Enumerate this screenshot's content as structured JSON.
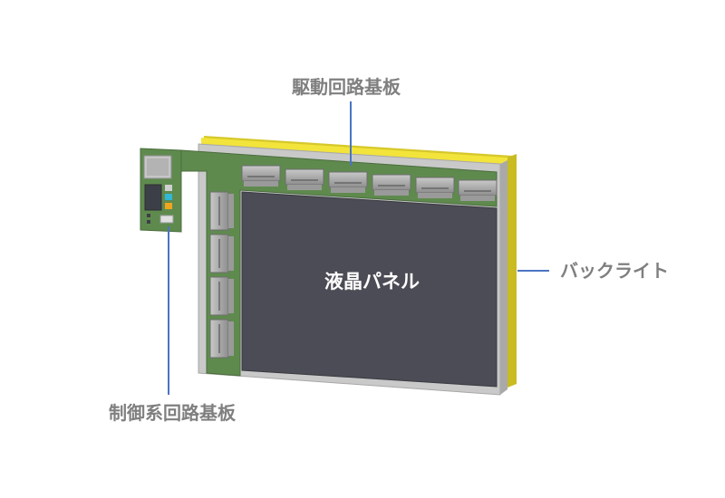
{
  "labels": {
    "driver_board": "駆動回路基板",
    "backlight": "バックライト",
    "control_board": "制御系回路基板",
    "lcd_panel": "液晶パネル"
  },
  "colors": {
    "backlight": "#f2e43a",
    "frame": "#c9c9c9",
    "pcb": "#5f8a4e",
    "panel": "#4b4c55",
    "leader_line": "#4a74c4",
    "label_text": "#7f7f7f"
  }
}
